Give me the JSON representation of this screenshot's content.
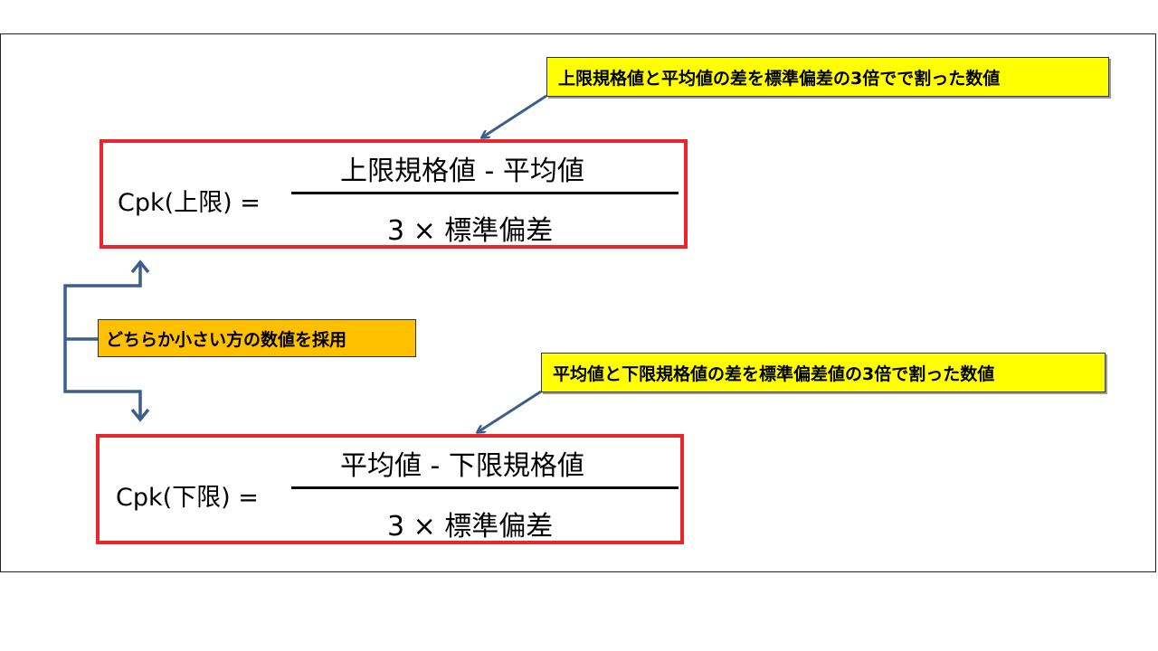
{
  "callouts": {
    "upper": "上限規格値と平均値の差を標準偏差の3倍でで割った数値",
    "lower": "平均値と下限規格値の差を標準偏差値の3倍で割った数値"
  },
  "note": "どちらか小さい方の数値を採用",
  "formulas": {
    "upper": {
      "lhs": "Cpk(上限) =",
      "numerator": "上限規格値 - 平均値",
      "denominator": "3 × 標準偏差"
    },
    "lower": {
      "lhs": "Cpk(下限) =",
      "numerator": "平均値 - 下限規格値",
      "denominator": "3 × 標準偏差"
    }
  },
  "colors": {
    "box_border": "#e8262b",
    "callout_fill": "#ffff00",
    "note_fill": "#ffc000",
    "arrow": "#3b5f8a"
  }
}
